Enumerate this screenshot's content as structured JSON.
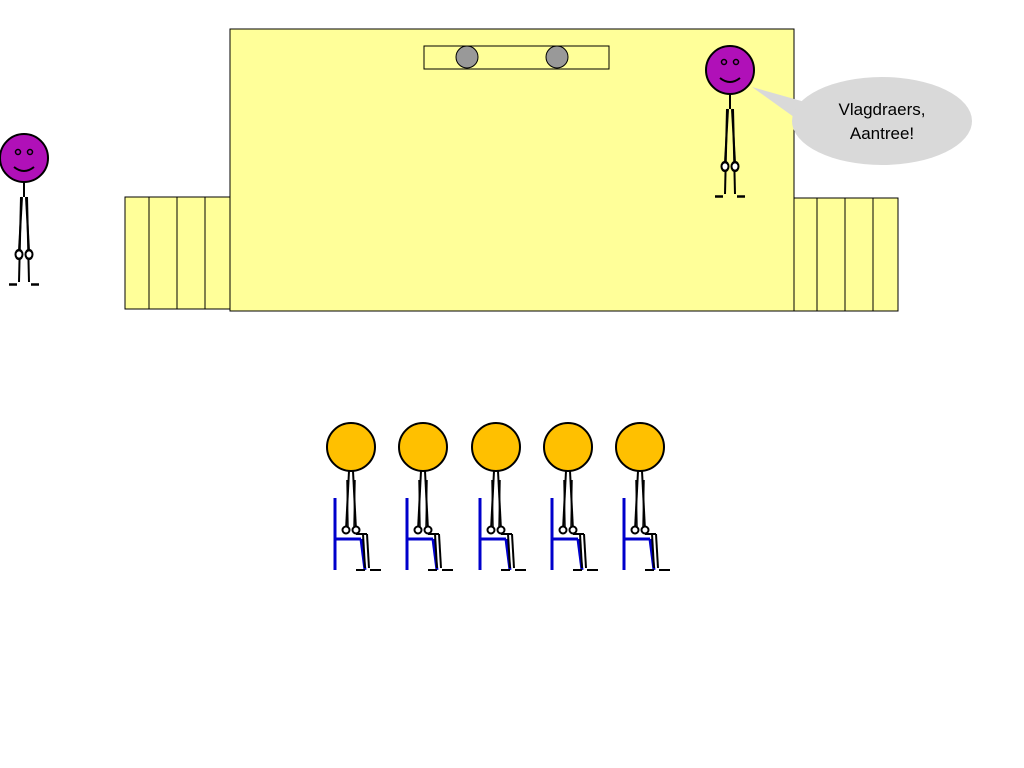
{
  "speech_bubble": {
    "lines": [
      "Vlagdraers,",
      "Aantree!"
    ]
  },
  "colors": {
    "stage_fill": "#ffff99",
    "outline": "#000000",
    "speaker_head": "#b010b8",
    "audience_head": "#ffc000",
    "chair": "#0000cc",
    "bubble_fill": "#d9d9d9",
    "lamp": "#999999"
  },
  "figures": {
    "speakers": 2,
    "seated_audience": 5
  }
}
